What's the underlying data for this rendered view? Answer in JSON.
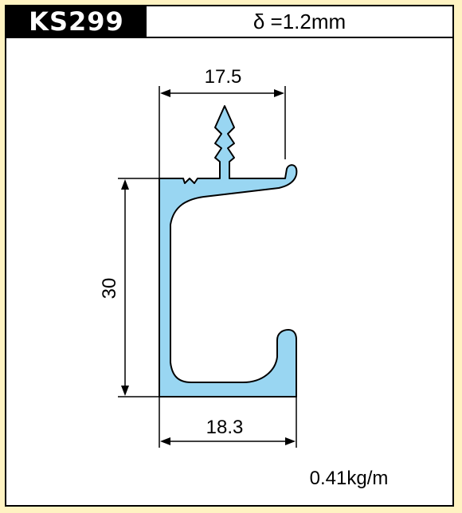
{
  "header": {
    "model_code": "KS299",
    "thickness": "δ =1.2mm"
  },
  "dimensions": {
    "top_width": "17.5",
    "height": "30",
    "bottom_width": "18.3"
  },
  "weight": "0.41kg/m",
  "colors": {
    "profile_fill": "#99D6F2",
    "page_background": "#FFF3C2",
    "outline": "#000000"
  }
}
